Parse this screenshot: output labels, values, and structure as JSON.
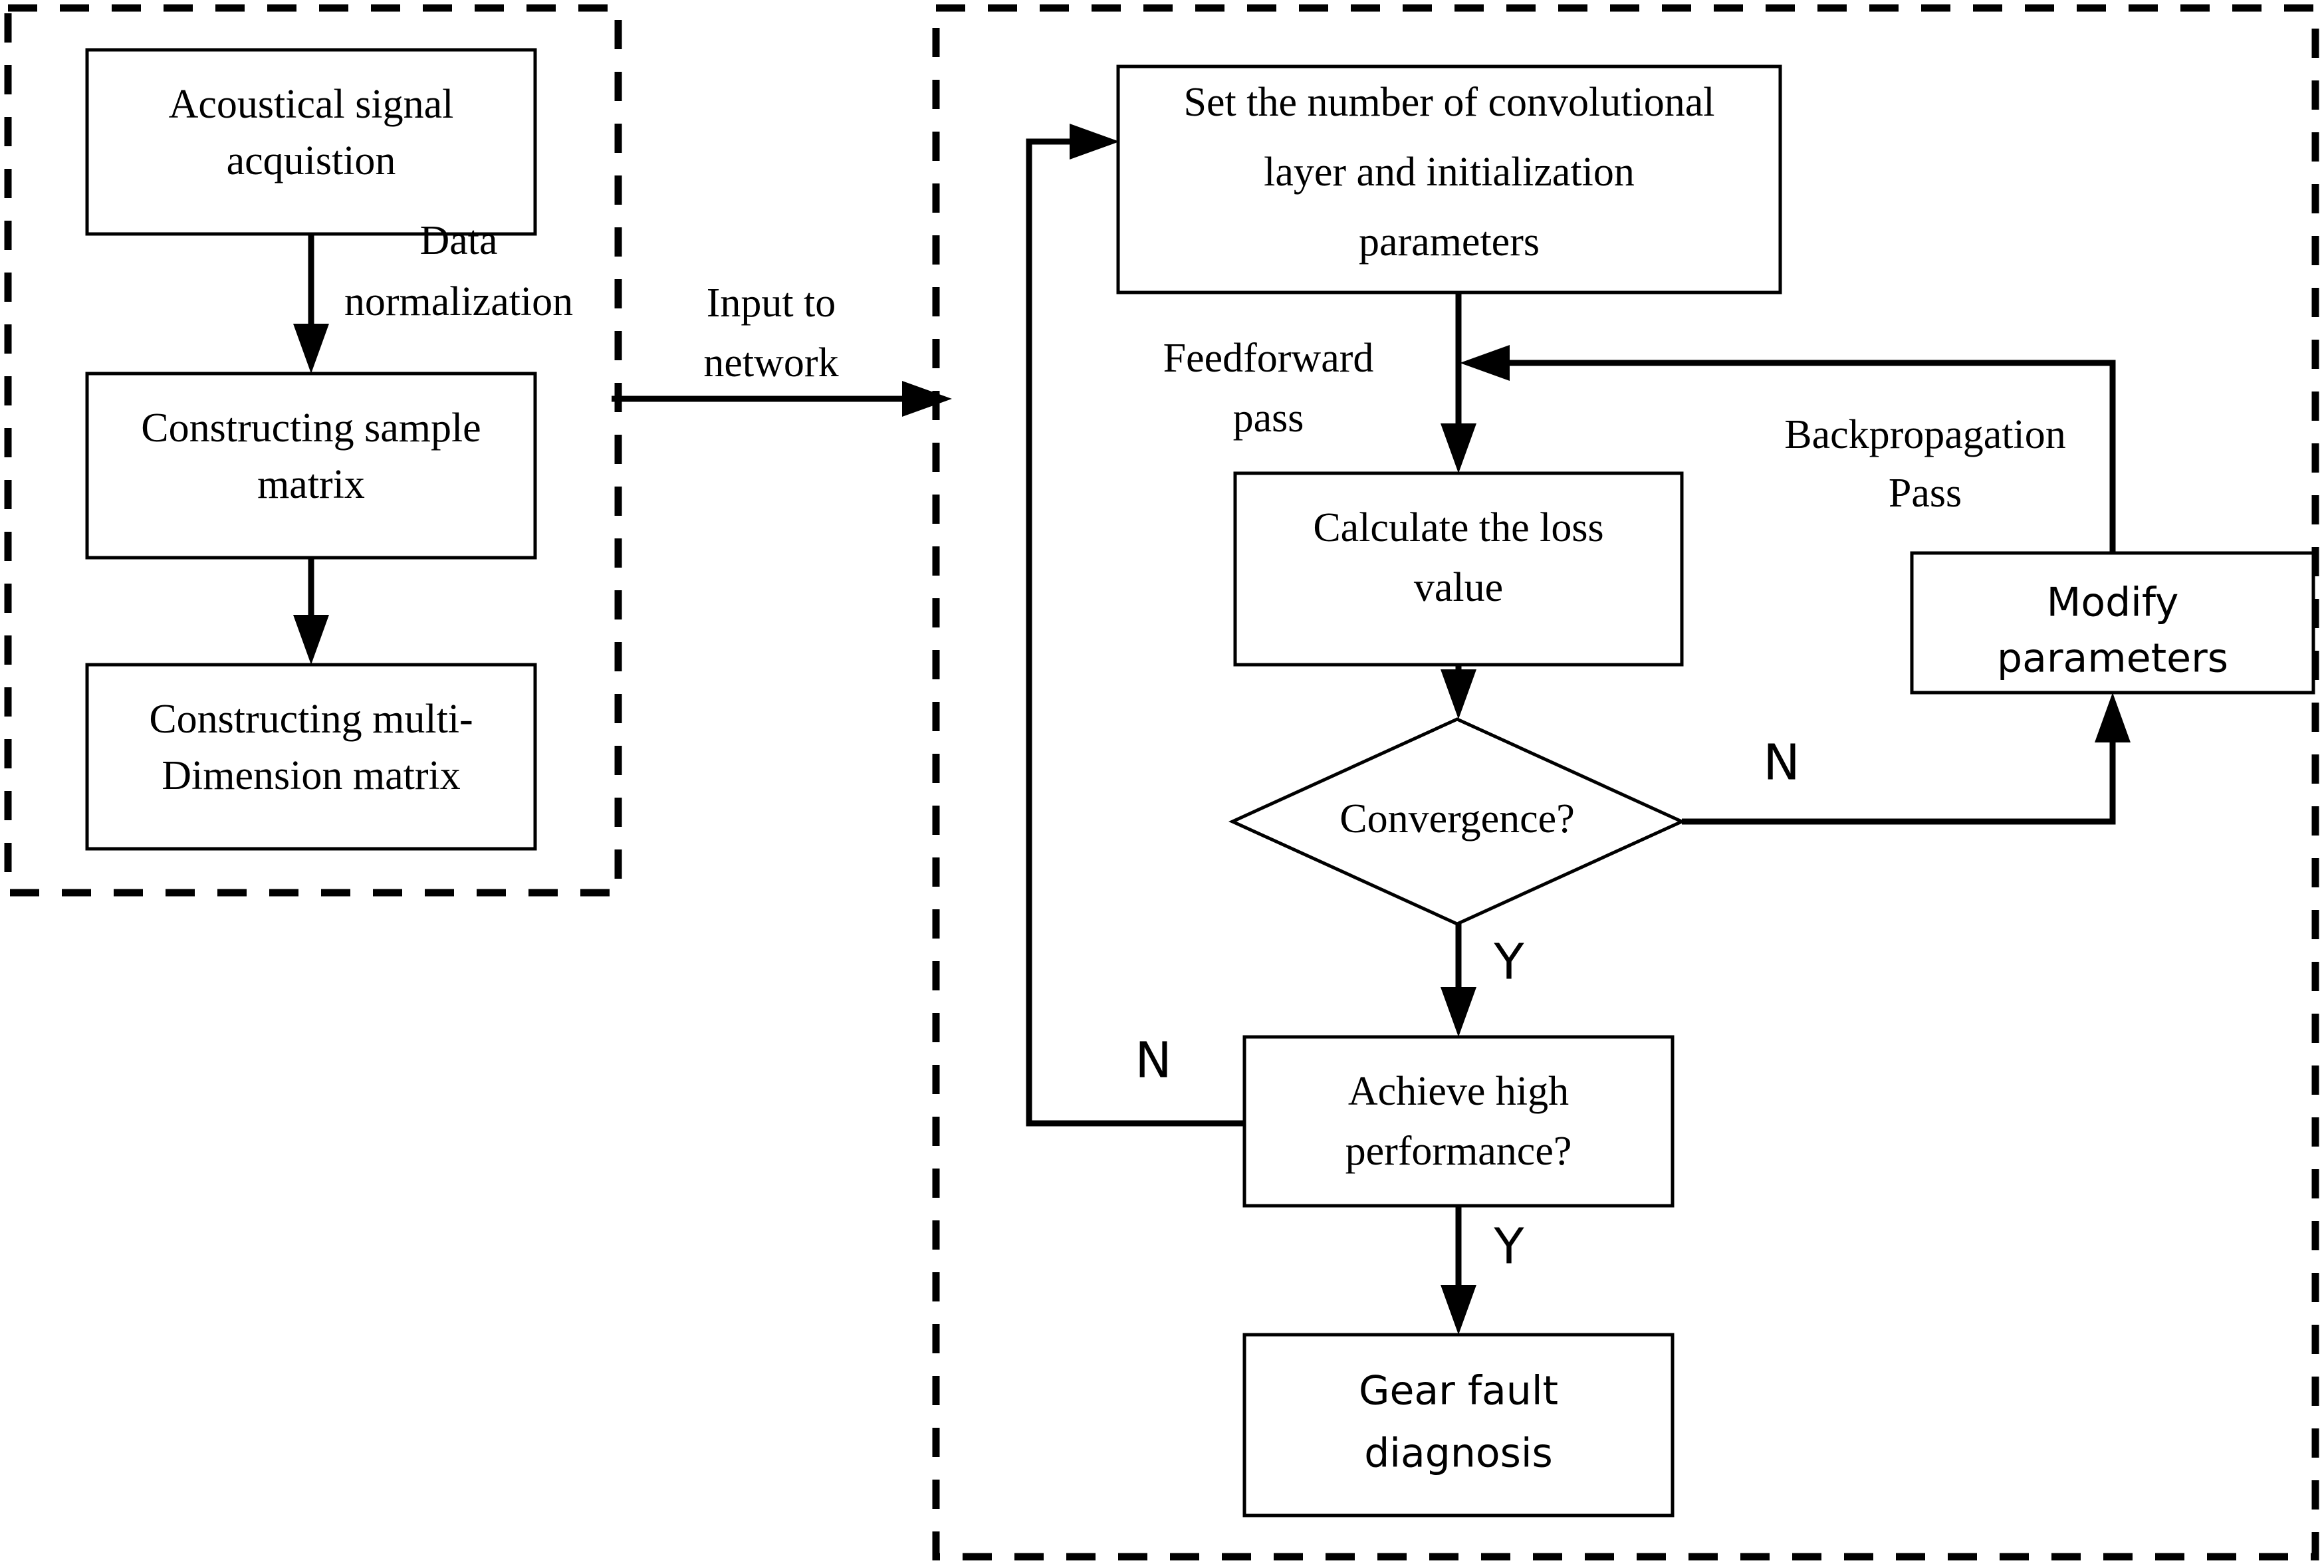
{
  "diagram": {
    "title": "Gear fault diagnosis flowchart",
    "type": "flowchart",
    "background_color": "#ffffff",
    "line_color": "#000000",
    "groups": [
      {
        "id": "data-preparation",
        "style": "dashed"
      },
      {
        "id": "cnn-training",
        "style": "dashed"
      }
    ],
    "nodes": {
      "acoustical_signal": "Acoustical signal\nacquistion",
      "acoustical_signal_line1": "Acoustical signal",
      "acoustical_signal_line2": "acquistion",
      "sample_matrix_line1": "Constructing sample",
      "sample_matrix_line2": "matrix",
      "multi_dim_line1": "Constructing multi-",
      "multi_dim_line2": "Dimension matrix",
      "set_conv_line1": "Set the number of convolutional",
      "set_conv_line2": "layer and initialization",
      "set_conv_line3": "parameters",
      "loss_line1": "Calculate the loss",
      "loss_line2": "value",
      "convergence": "Convergence?",
      "modify_line1": "Modify",
      "modify_line2": "parameters",
      "achieve_line1": "Achieve high",
      "achieve_line2": "performance?",
      "gear_line1": "Gear fault",
      "gear_line2": "diagnosis"
    },
    "edge_labels": {
      "data_normalization_line1": "Data",
      "data_normalization_line2": "normalization",
      "input_to_network_line1": "Input to",
      "input_to_network_line2": "network",
      "feedforward_line1": "Feedforward",
      "feedforward_line2": "pass",
      "backpropagation_line1": "Backpropagation",
      "backpropagation_line2": "Pass",
      "convergence_no": "N",
      "convergence_yes": "Y",
      "achieve_no": "N",
      "achieve_yes": "Y"
    }
  }
}
